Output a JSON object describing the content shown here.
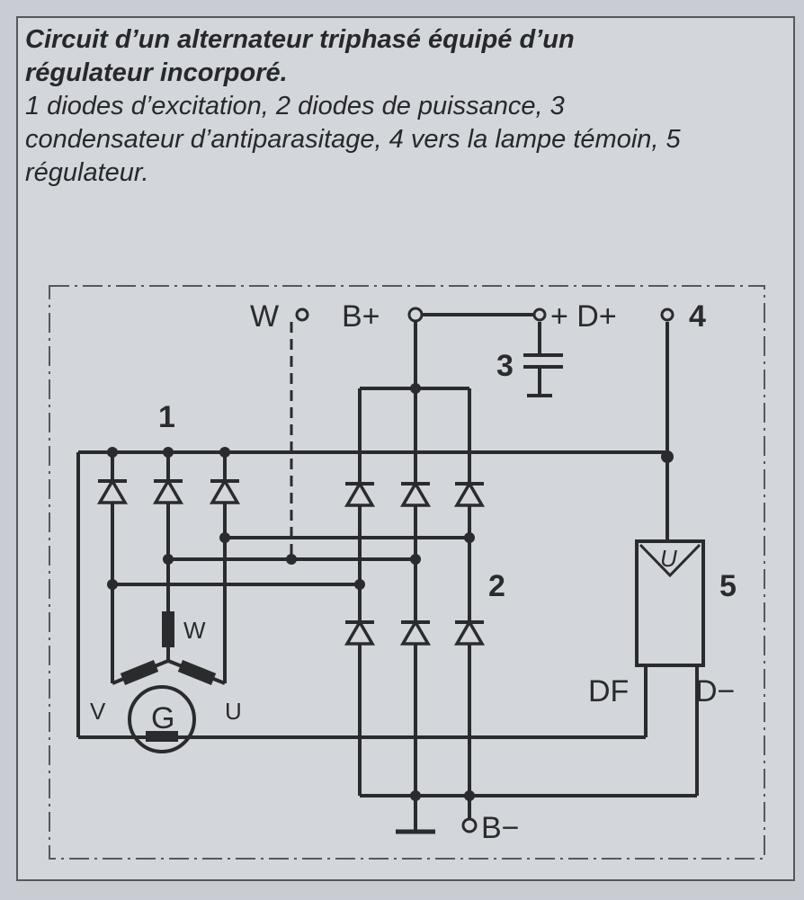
{
  "caption": {
    "title": "Circuit d’un alternateur triphasé équipé d’un régulateur incorporé.",
    "legend": "1 diodes d’excitation, 2 diodes de puissance, 3 condensateur d’antiparasitage, 4 vers la lampe témoin, 5 régulateur."
  },
  "diagram": {
    "terminal_w": "W",
    "terminal_bplus": "B+",
    "terminal_dplus": "+ D+",
    "label_4": "4",
    "label_3": "3",
    "label_1": "1",
    "label_2": "2",
    "label_5": "5",
    "regulator_symbol": "U",
    "label_df": "DF",
    "label_dminus": "D−",
    "winding_w": "W",
    "winding_v": "V",
    "winding_u": "U",
    "generator": "G",
    "terminal_bminus": "B−"
  }
}
